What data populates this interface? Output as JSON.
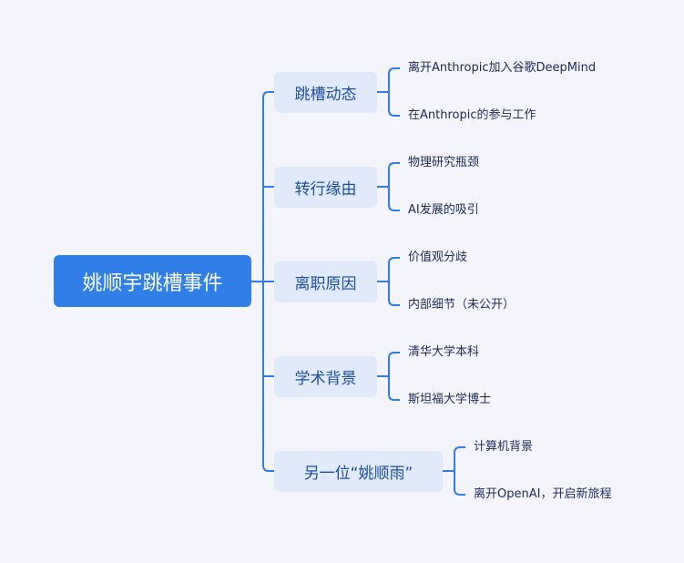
{
  "root": {
    "label": "姚顺宇跳槽事件"
  },
  "branches": [
    {
      "label": "跳槽动态",
      "children": [
        "离开Anthropic加入谷歌DeepMind",
        "在Anthropic的参与工作"
      ]
    },
    {
      "label": "转行缘由",
      "children": [
        "物理研究瓶颈",
        "AI发展的吸引"
      ]
    },
    {
      "label": "离职原因",
      "children": [
        "价值观分歧",
        "内部细节（未公开）"
      ]
    },
    {
      "label": "学术背景",
      "children": [
        "清华大学本科",
        "斯坦福大学博士"
      ]
    },
    {
      "label": "另一位“姚顺雨”",
      "children": [
        "计算机背景",
        "离开OpenAI，开启新旅程"
      ]
    }
  ],
  "colors": {
    "line": "#2f7fe6",
    "root_bg": "#2f7fe6",
    "branch_bg": "#e1eafb",
    "background": "#f4f5fc"
  }
}
